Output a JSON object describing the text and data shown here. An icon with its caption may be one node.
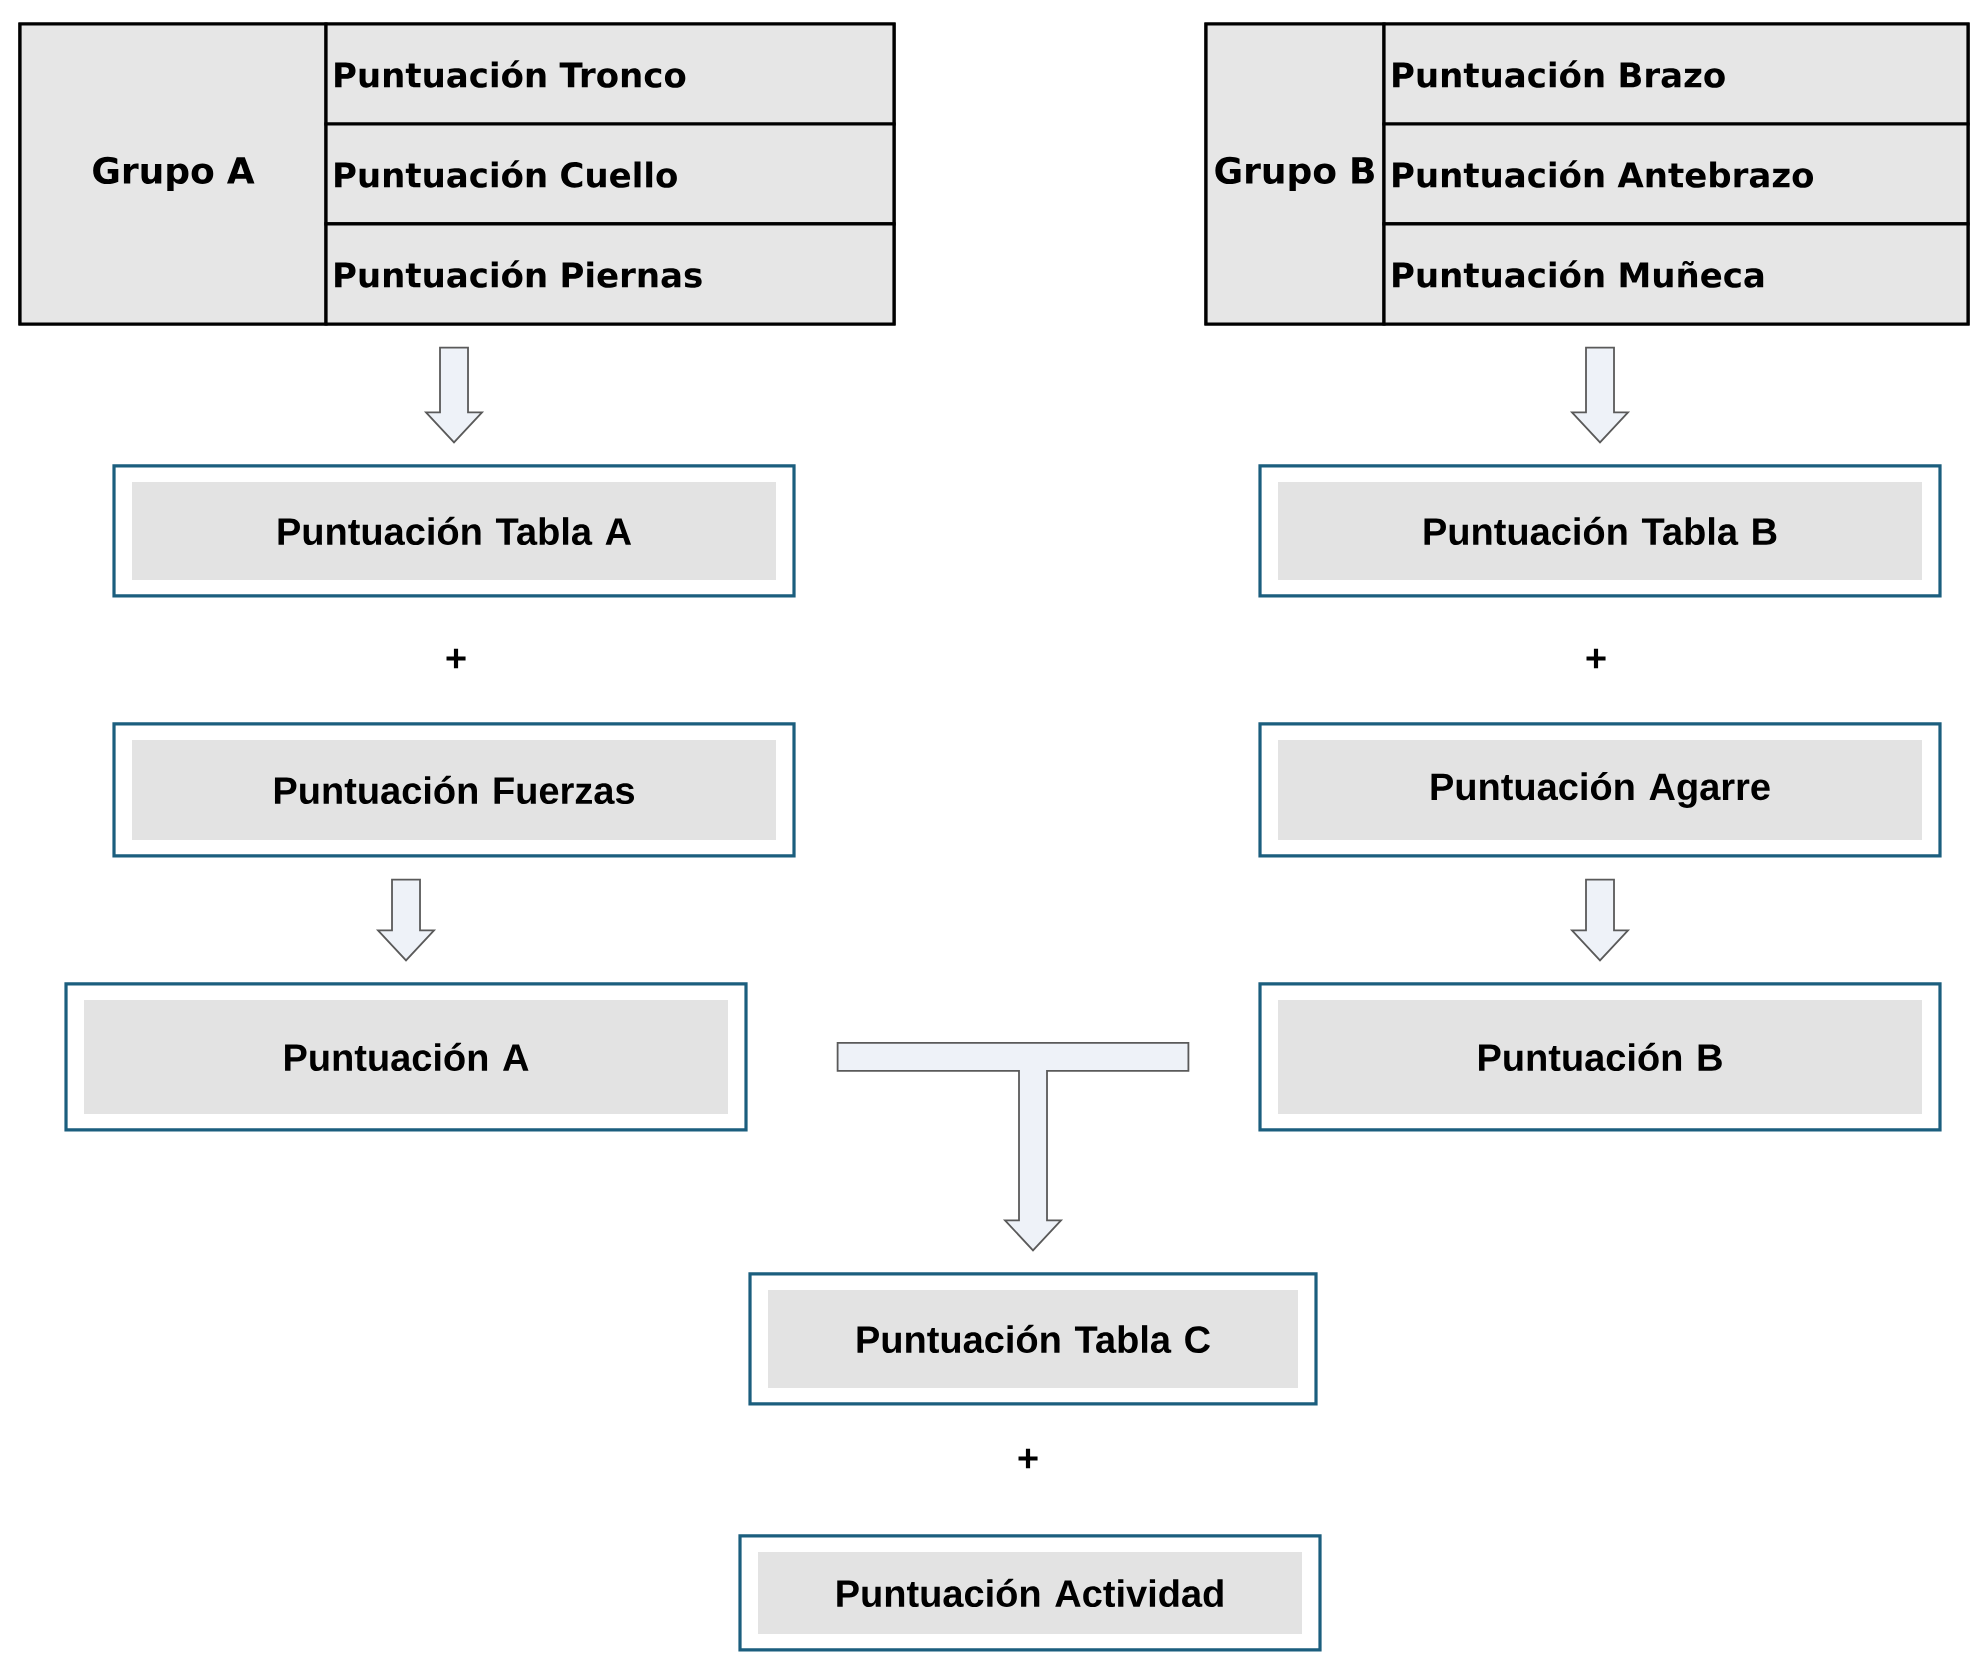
{
  "diagram": {
    "nodes": [
      {
        "text": [
          "Grupo A"
        ]
      },
      {
        "text": [
          "Puntuación Tronco"
        ],
        "in": 0
      },
      {
        "text": [
          "Puntuación Cuello"
        ],
        "in": 0
      },
      {
        "text": [
          "Puntuación Piernas"
        ],
        "in": 0
      },
      {
        "text": [
          "Grupo B"
        ]
      },
      {
        "text": [
          "Puntuación Brazo"
        ],
        "in": 4
      },
      {
        "text": [
          "Puntuación Antebrazo"
        ],
        "in": 4
      },
      {
        "text": [
          "Puntuación Muñeca"
        ],
        "in": 4
      },
      {
        "text": [
          "Puntuación Tabla A"
        ]
      },
      {
        "text": [
          "Puntuación Tabla B"
        ]
      },
      {
        "text": [
          "Puntuación Fuerzas"
        ]
      },
      {
        "text": [
          "Puntuación Agarre"
        ]
      },
      {
        "text": [
          "Puntuación A"
        ]
      },
      {
        "text": [
          "Puntuación B"
        ]
      },
      {
        "text": [
          "Puntuación Tabla C"
        ]
      },
      {
        "text": [
          "Puntuación Actividad"
        ]
      }
    ],
    "edges": [
      {
        "from": 0,
        "to": 8,
        "arrow": "to"
      },
      {
        "from": 4,
        "to": 9,
        "arrow": "to"
      },
      {
        "from": 10,
        "to": 12,
        "arrow": "to"
      },
      {
        "from": 11,
        "to": 13,
        "arrow": "to"
      },
      {
        "from": 12,
        "to": 14,
        "arrow": "to"
      },
      {
        "from": 13,
        "to": 14,
        "arrow": "to"
      }
    ],
    "labels": [
      "+",
      "+",
      "+"
    ]
  }
}
